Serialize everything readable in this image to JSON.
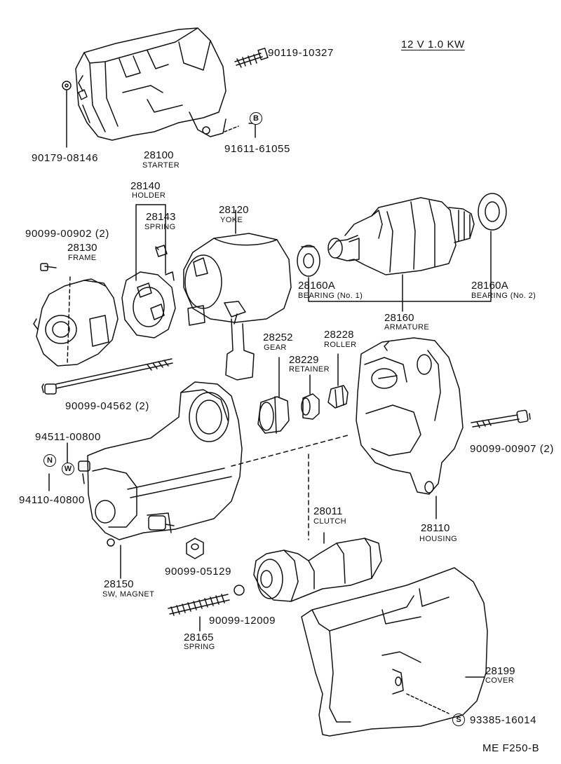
{
  "header": {
    "spec": "12 V  1.0 KW"
  },
  "footer": {
    "code": "ME  F250-B"
  },
  "markers": {
    "b": "B",
    "n": "N",
    "w": "W",
    "s": "S"
  },
  "parts": {
    "p90119": {
      "number": "90119-10327"
    },
    "p90179": {
      "number": "90179-08146"
    },
    "p28100": {
      "number": "28100",
      "name": "STARTER"
    },
    "p91611": {
      "number": "91611-61055"
    },
    "p28140": {
      "number": "28140",
      "name": "HOLDER"
    },
    "p28143": {
      "number": "28143",
      "name": "SPRING"
    },
    "p28120": {
      "number": "28120",
      "name": "YOKE"
    },
    "p90099_00902": {
      "number": "90099-00902 (2)"
    },
    "p28130": {
      "number": "28130",
      "name": "FRAME"
    },
    "p28160a1": {
      "number": "28160A",
      "name": "BEARING (No. 1)"
    },
    "p28160a2": {
      "number": "28160A",
      "name": "BEARING (No. 2)"
    },
    "p28160": {
      "number": "28160",
      "name": "ARMATURE"
    },
    "p28252": {
      "number": "28252",
      "name": "GEAR"
    },
    "p28228": {
      "number": "28228",
      "name": "ROLLER"
    },
    "p28229": {
      "number": "28229",
      "name": "RETAINER"
    },
    "p90099_04562": {
      "number": "90099-04562 (2)"
    },
    "p90099_00907": {
      "number": "90099-00907 (2)"
    },
    "p94511": {
      "number": "94511-00800"
    },
    "p94110": {
      "number": "94110-40800"
    },
    "p28110": {
      "number": "28110",
      "name": "HOUSING"
    },
    "p28011": {
      "number": "28011",
      "name": "CLUTCH"
    },
    "p90099_05129": {
      "number": "90099-05129"
    },
    "p28150": {
      "number": "28150",
      "name": "SW, MAGNET"
    },
    "p90099_12009": {
      "number": "90099-12009"
    },
    "p28165": {
      "number": "28165",
      "name": "SPRING"
    },
    "p28199": {
      "number": "28199",
      "name": "COVER"
    },
    "p93385": {
      "number": "93385-16014"
    }
  }
}
